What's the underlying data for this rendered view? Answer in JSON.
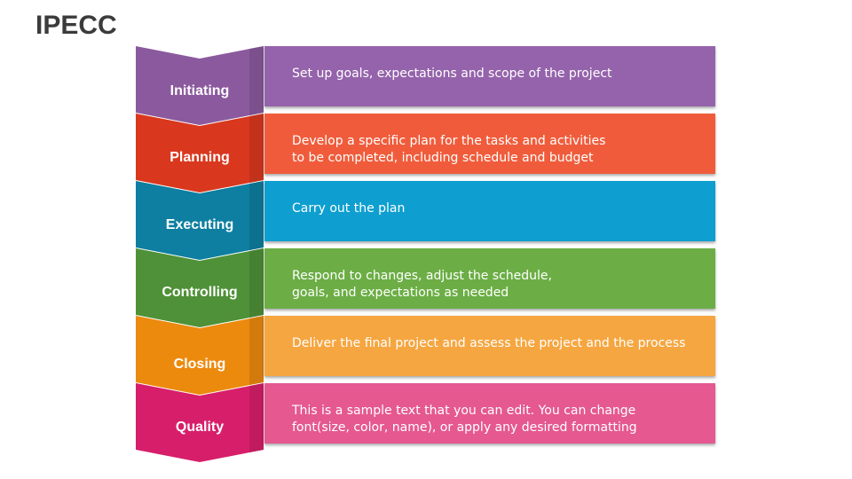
{
  "title": "IPECC",
  "stages": [
    {
      "label": "Initiating",
      "color": "#8B5A9E",
      "panel_color": "#9563AB",
      "lines": [
        "Set up goals, expectations and scope of the project"
      ]
    },
    {
      "label": "Planning",
      "color": "#D9381E",
      "panel_color": "#F05C3B",
      "lines": [
        "Develop a specific plan for the tasks and activities",
        "to be completed, including schedule and budget"
      ]
    },
    {
      "label": "Executing",
      "color": "#0E7FA0",
      "panel_color": "#0E9FD0",
      "lines": [
        "Carry out the plan"
      ]
    },
    {
      "label": "Controlling",
      "color": "#4F9138",
      "panel_color": "#6CAE45",
      "lines": [
        "Respond to changes, adjust the schedule,",
        "goals, and expectations as needed"
      ]
    },
    {
      "label": "Closing",
      "color": "#EC8A0E",
      "panel_color": "#F6A640",
      "lines": [
        "Deliver the final project and assess the project and the process"
      ]
    },
    {
      "label": "Quality",
      "color": "#D71E6A",
      "panel_color": "#E55890",
      "lines": [
        "This is a sample text that you can edit. You can change",
        "font(size, color, name), or apply any desired formatting"
      ]
    }
  ]
}
